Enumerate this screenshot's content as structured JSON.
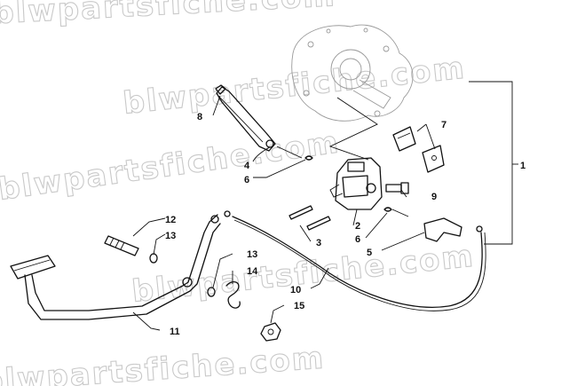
{
  "watermark": {
    "text": "blwpartsfiche.com"
  },
  "callouts": [
    {
      "id": "c1",
      "label": "1"
    },
    {
      "id": "c2",
      "label": "2"
    },
    {
      "id": "c3",
      "label": "3"
    },
    {
      "id": "c4",
      "label": "4"
    },
    {
      "id": "c5",
      "label": "5"
    },
    {
      "id": "c6a",
      "label": "6"
    },
    {
      "id": "c6b",
      "label": "6"
    },
    {
      "id": "c7",
      "label": "7"
    },
    {
      "id": "c8",
      "label": "8"
    },
    {
      "id": "c9",
      "label": "9"
    },
    {
      "id": "c10",
      "label": "10"
    },
    {
      "id": "c11",
      "label": "11"
    },
    {
      "id": "c12",
      "label": "12"
    },
    {
      "id": "c13a",
      "label": "13"
    },
    {
      "id": "c13b",
      "label": "13"
    },
    {
      "id": "c14",
      "label": "14"
    },
    {
      "id": "c15",
      "label": "15"
    }
  ]
}
